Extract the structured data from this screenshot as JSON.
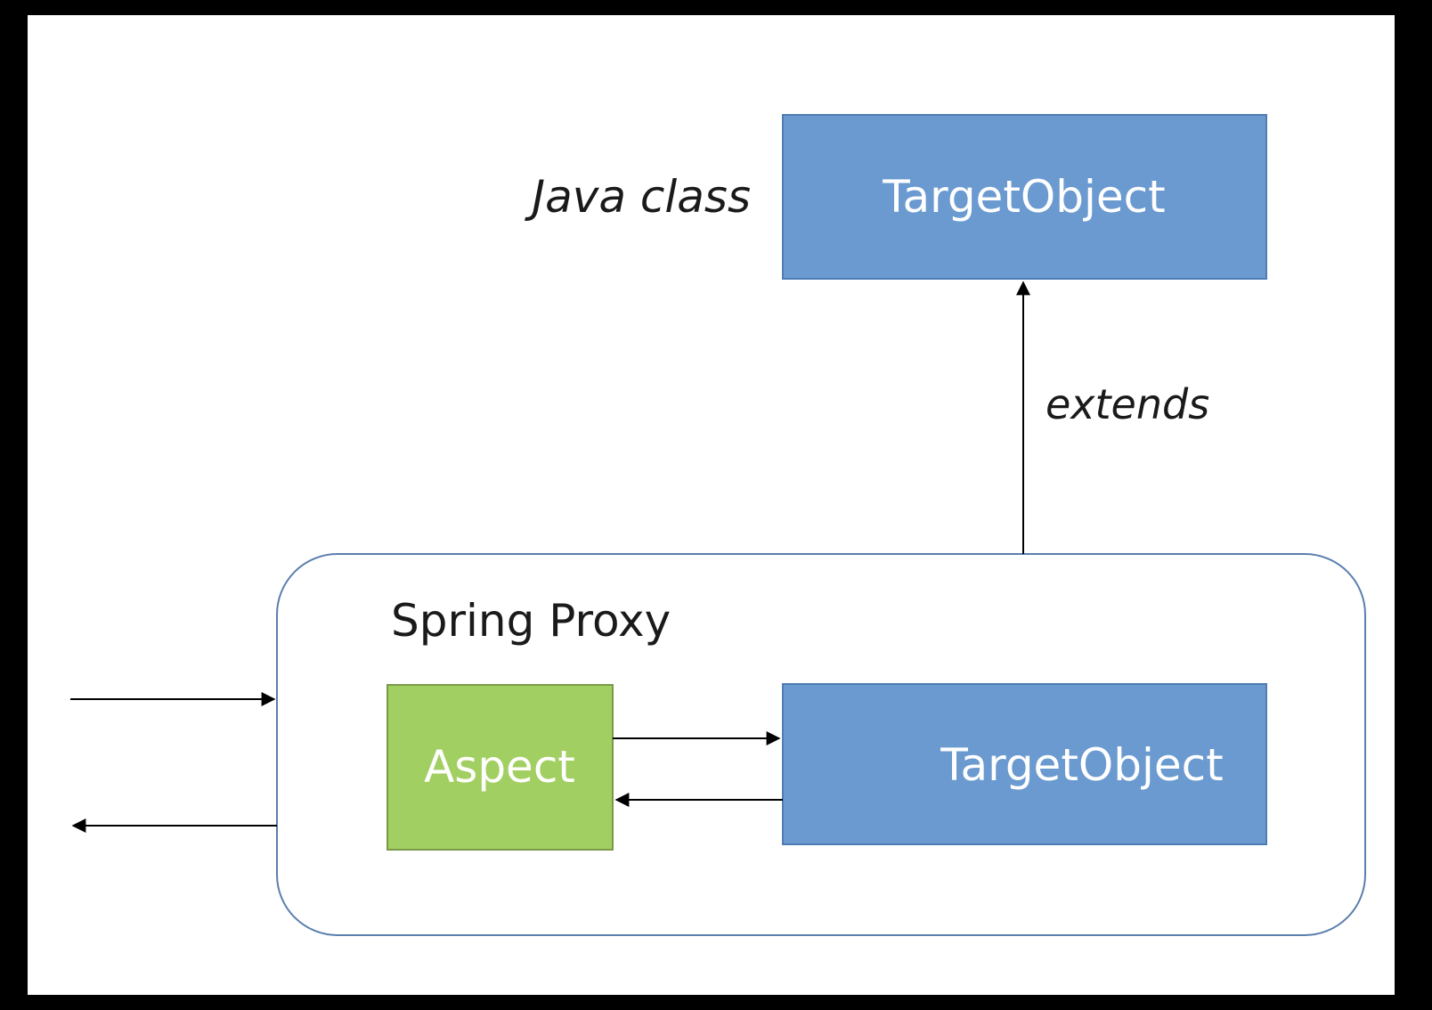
{
  "labels": {
    "java_class": "Java class",
    "extends": "extends",
    "spring_proxy": "Spring Proxy"
  },
  "nodes": {
    "target_top": "TargetObject",
    "aspect": "Aspect",
    "target_inner": "TargetObject"
  },
  "colors": {
    "target_fill": "#6a9acf",
    "target_stroke": "#4f7db3",
    "aspect_fill": "#a2cf62",
    "aspect_stroke": "#7a9a4a",
    "proxy_stroke": "#5b7fae",
    "arrow": "#000000",
    "frame_border": "#000000"
  }
}
